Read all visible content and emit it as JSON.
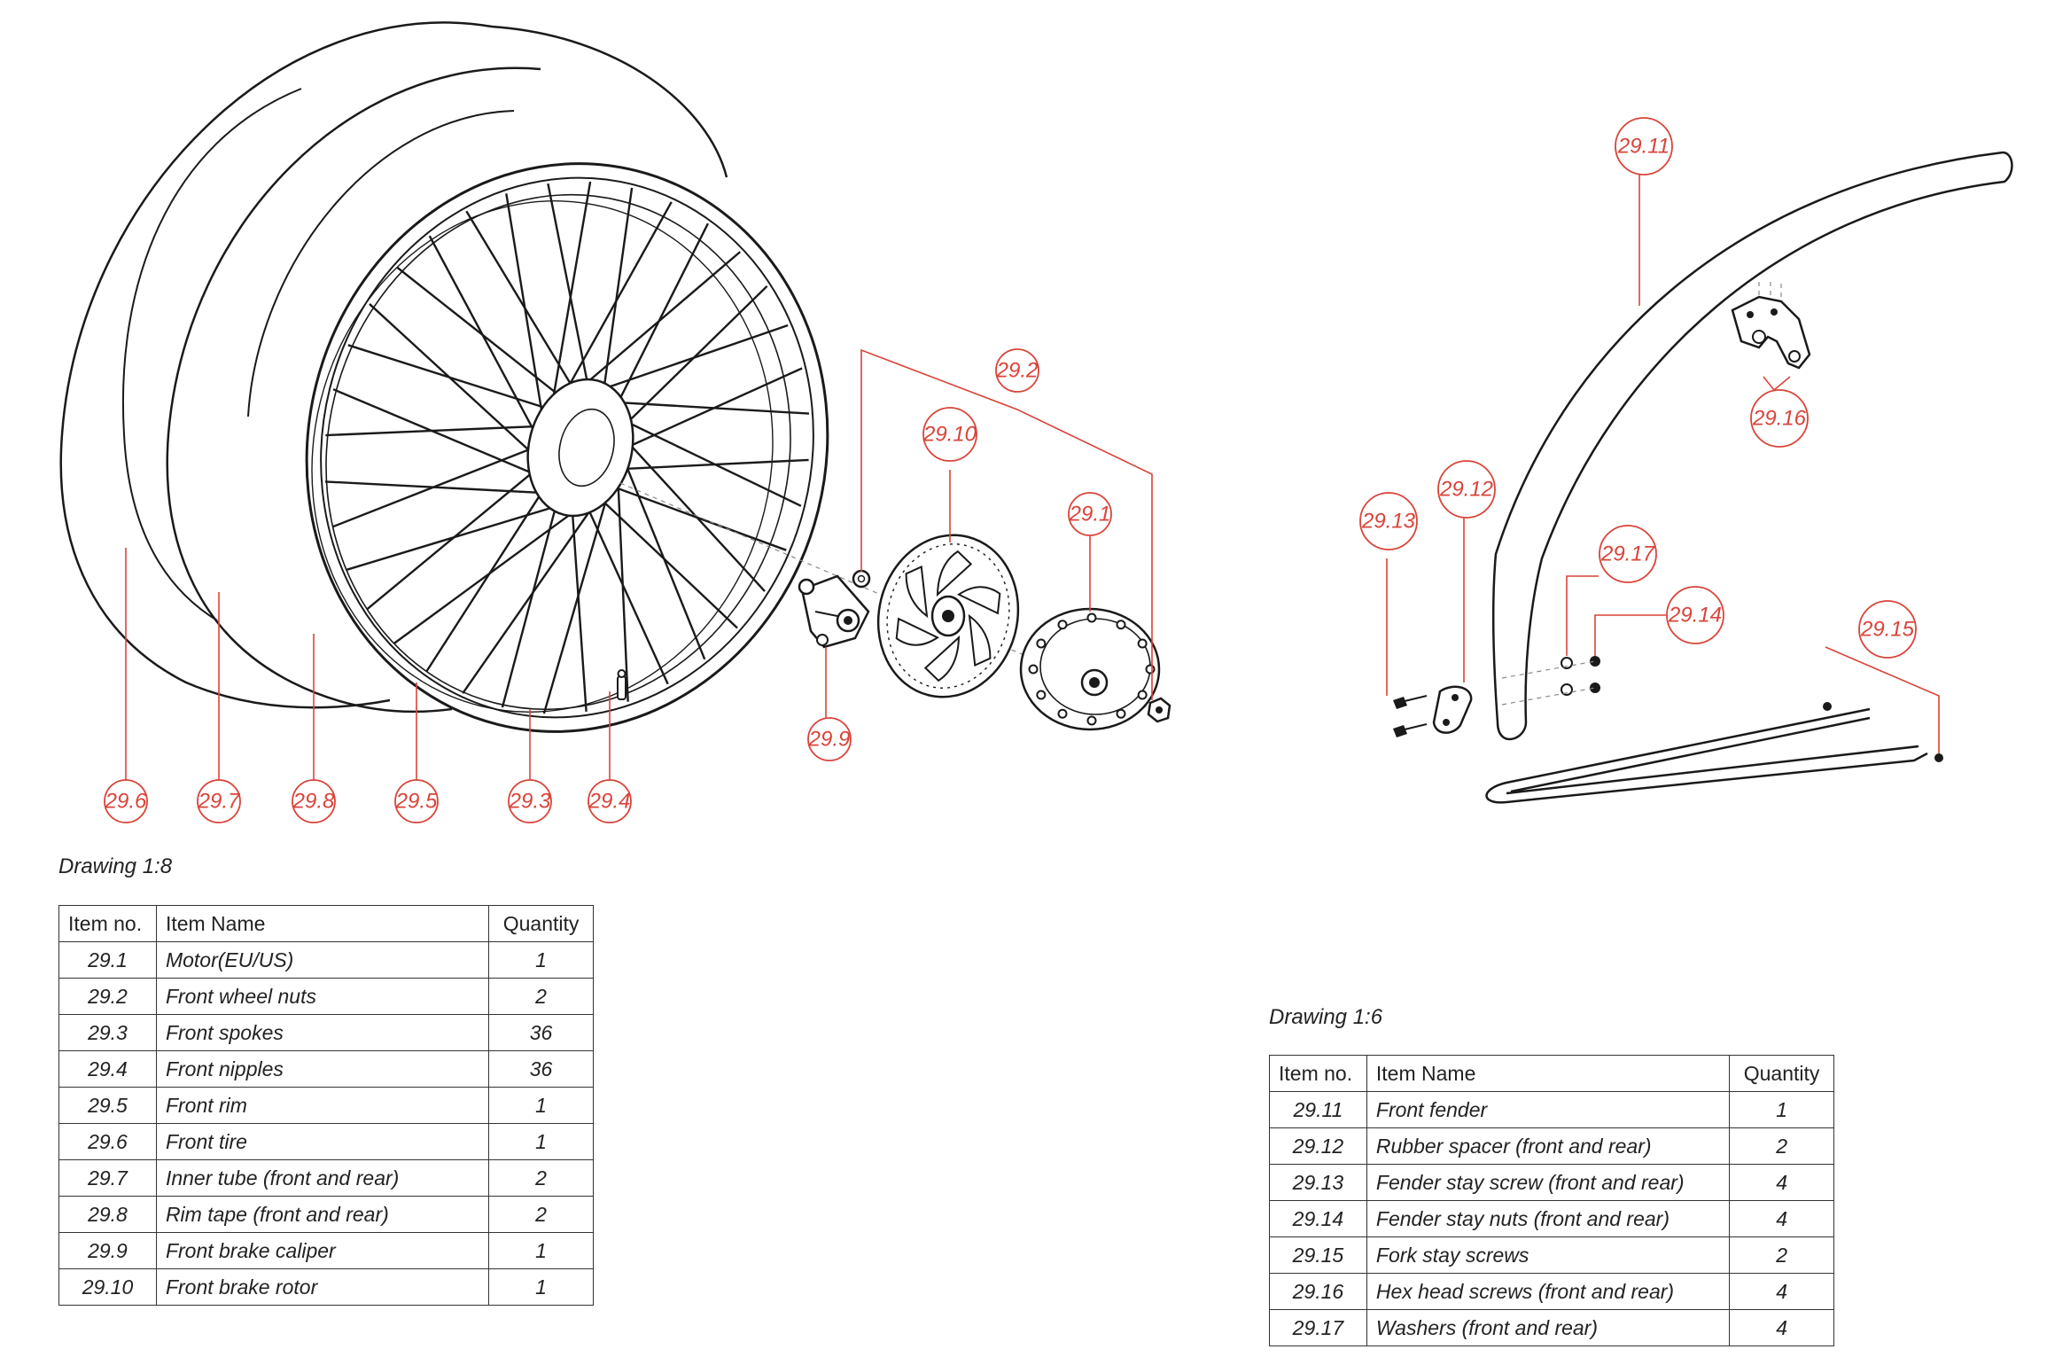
{
  "drawing1": {
    "scale_label": "Drawing 1:8",
    "headers": {
      "item_no": "Item no.",
      "item_name": "Item Name",
      "quantity": "Quantity"
    },
    "rows": [
      {
        "item_no": "29.1",
        "name": "Motor(EU/US)",
        "qty": "1"
      },
      {
        "item_no": "29.2",
        "name": "Front wheel nuts",
        "qty": "2"
      },
      {
        "item_no": "29.3",
        "name": "Front spokes",
        "qty": "36"
      },
      {
        "item_no": "29.4",
        "name": "Front nipples",
        "qty": "36"
      },
      {
        "item_no": "29.5",
        "name": "Front rim",
        "qty": "1"
      },
      {
        "item_no": "29.6",
        "name": "Front tire",
        "qty": "1"
      },
      {
        "item_no": "29.7",
        "name": "Inner tube (front and rear)",
        "qty": "2"
      },
      {
        "item_no": "29.8",
        "name": "Rim tape (front and rear)",
        "qty": "2"
      },
      {
        "item_no": "29.9",
        "name": "Front brake caliper",
        "qty": "1"
      },
      {
        "item_no": "29.10",
        "name": "Front brake rotor",
        "qty": "1"
      }
    ]
  },
  "drawing2": {
    "scale_label": "Drawing 1:6",
    "headers": {
      "item_no": "Item no.",
      "item_name": "Item Name",
      "quantity": "Quantity"
    },
    "rows": [
      {
        "item_no": "29.11",
        "name": "Front fender",
        "qty": "1"
      },
      {
        "item_no": "29.12",
        "name": "Rubber spacer (front and rear)",
        "qty": "2"
      },
      {
        "item_no": "29.13",
        "name": "Fender stay screw (front and rear)",
        "qty": "4"
      },
      {
        "item_no": "29.14",
        "name": "Fender stay nuts (front and rear)",
        "qty": "4"
      },
      {
        "item_no": "29.15",
        "name": "Fork stay screws",
        "qty": "2"
      },
      {
        "item_no": "29.16",
        "name": "Hex head screws (front and rear)",
        "qty": "4"
      },
      {
        "item_no": "29.17",
        "name": "Washers (front and rear)",
        "qty": "4"
      }
    ]
  },
  "callouts": {
    "c29_1": "29.1",
    "c29_2": "29.2",
    "c29_3": "29.3",
    "c29_4": "29.4",
    "c29_5": "29.5",
    "c29_6": "29.6",
    "c29_7": "29.7",
    "c29_8": "29.8",
    "c29_9": "29.9",
    "c29_10": "29.10",
    "c29_11": "29.11",
    "c29_12": "29.12",
    "c29_13": "29.13",
    "c29_14": "29.14",
    "c29_15": "29.15",
    "c29_16": "29.16",
    "c29_17": "29.17"
  },
  "colors": {
    "callout": "#d9443a",
    "ink": "#1a1a1a"
  }
}
